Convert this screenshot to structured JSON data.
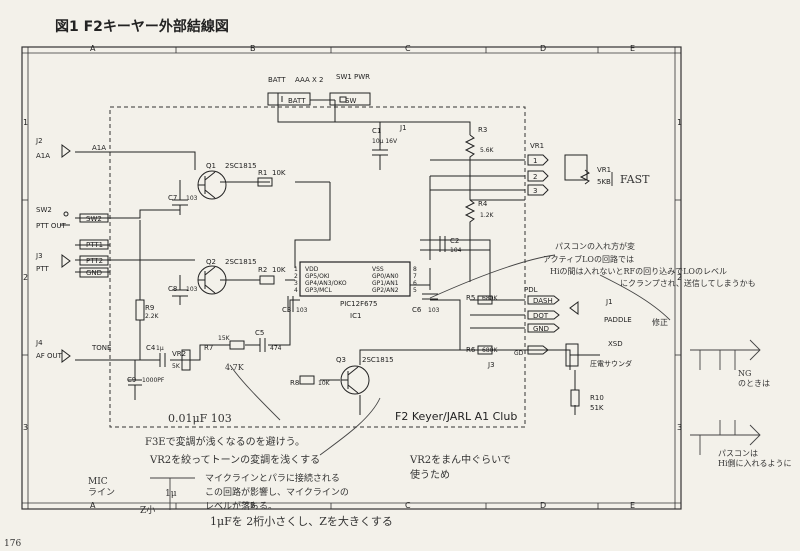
{
  "title": "図1 F2キーヤー外部結線図",
  "border": {
    "top": [
      "A",
      "B",
      "C",
      "D",
      "E"
    ],
    "side": [
      "1",
      "2",
      "3"
    ]
  },
  "power": {
    "batt": "BATT",
    "batt_note": "AAA X 2",
    "batt_label": "BATT",
    "sw": "SW1 PWR",
    "sw_label": "SW",
    "c1": "C1",
    "c1_val": "10μ 16V",
    "j1": "J1"
  },
  "left": {
    "j2": "J2",
    "a1a": "A1A",
    "a1a_pin": "A1A",
    "sw2": "SW2",
    "pttout": "PTT OUT",
    "sw2_pin": "SW2",
    "ptt1": "PTT1",
    "ptt2": "PTT2",
    "j3": "J3",
    "ptt": "PTT",
    "gnd": "GND",
    "j4": "J4",
    "afout": "AF OUT",
    "tone": "TONE"
  },
  "parts": {
    "q1": "Q1",
    "q1_type": "2SC1815",
    "r1": "R1",
    "r1_val": "10K",
    "c7": "C7",
    "c7_val": "103",
    "q2": "Q2",
    "q2_type": "2SC1815",
    "r2": "R2",
    "r2_val": "10K",
    "c8": "C8",
    "c8_val": "103",
    "r9": "R9",
    "r9_val": "2.2K",
    "c4": "C4",
    "c4_val": "1μ",
    "vr2": "VR2",
    "vr2_val": "5K",
    "r7": "R7",
    "r7_val": "15K",
    "c5": "C5",
    "c5_val": "474",
    "c9": "C9",
    "c9_val": "1000PF",
    "q3": "Q3",
    "q3_type": "2SC1815",
    "r8": "R8",
    "r8_val": "10K",
    "c3": "C3",
    "c3_val": "103",
    "r3": "R3",
    "r3_val": "5.6K",
    "r4": "R4",
    "r4_val": "1.2K",
    "c2": "C2",
    "c2_val": "104",
    "r5": "R5",
    "r5_val": "680K",
    "r6": "R6",
    "r6_val": "680K",
    "c6": "C6",
    "c6_val": "103",
    "j3b": "J3",
    "gd": "GD"
  },
  "ic": {
    "name": "IC1",
    "part": "PIC12F675",
    "pins_left": [
      "VDD",
      "GP5/OKI",
      "GP4/AN3/OKO",
      "GP3/MCL"
    ],
    "pins_right": [
      "VSS",
      "GP0/AN0",
      "GP1/AN1",
      "GP2/AN2"
    ],
    "pin_nums_left": [
      "1",
      "2",
      "3",
      "4"
    ],
    "pin_nums_right": [
      "8",
      "7",
      "6",
      "5"
    ]
  },
  "right": {
    "vr1": "VR1",
    "vr1_pins": [
      "1",
      "2",
      "3"
    ],
    "vr1_part": "VR1",
    "vr1_val": "5KB",
    "fast": "FAST",
    "pdl": "PDL",
    "pins": [
      "DASH",
      "DOT",
      "GND"
    ],
    "j1": "J1",
    "paddle": "PADDLE",
    "xsd": "XSD",
    "buzzer": "圧電サウンダ",
    "r10": "R10",
    "r10_val": "51K",
    "club": "F2 Keyer/JARL A1 Club"
  },
  "notes": {
    "pc_note": [
      "パスコンの入れ方が変",
      "アクティブLOの回路では",
      "Hiの間は入れないとRFの回り込みでLOのレベル",
      "にクランプされ、送信してしまうかも"
    ],
    "revised": "修正",
    "ng": "NG",
    "ng_note": "のときは",
    "ok_note1": "パスコンは",
    "ok_note2": "Hi側に入れるように",
    "val47k": "4.7K",
    "val001": "0.01μF 103",
    "f3e": "F3Eで変調が浅くなるのを避けう。",
    "vr2_note": "VR2を絞ってトーンの変調を浅くする",
    "vr2_mid": [
      "VR2をまん中ぐらいで",
      "使うため"
    ],
    "mic": "MIC",
    "line": "ライン",
    "mic_note": [
      "マイクラインとパラに接続される",
      "この回路が影響し、マイクラインの",
      "レベルが落ちる。"
    ],
    "zlow": "Z小",
    "onemu": "1μ",
    "bottom": "1μFを 2桁小さくし、Zを大きくする",
    "page": "176"
  }
}
